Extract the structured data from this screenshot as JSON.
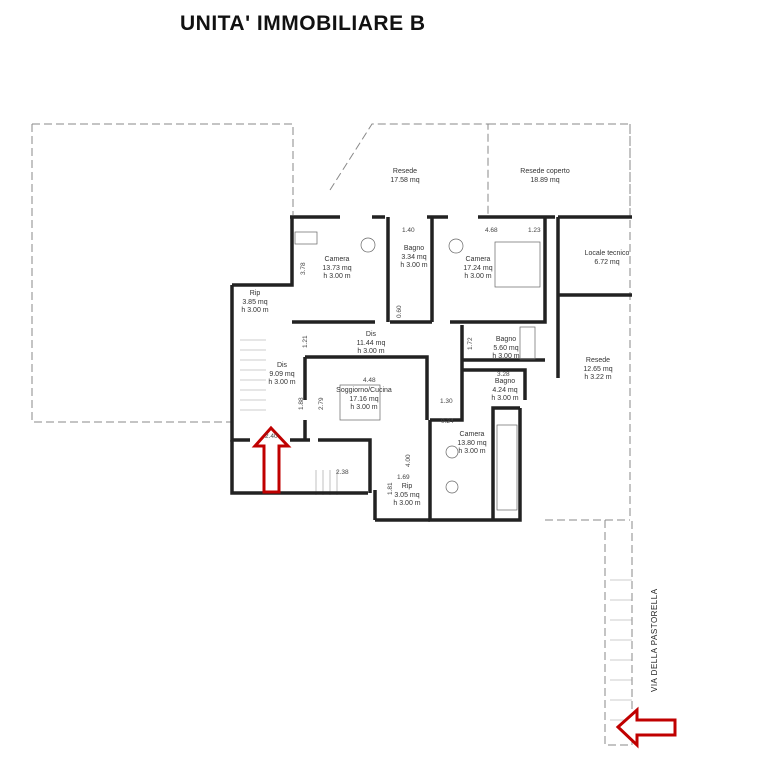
{
  "title": "UNITA' IMMOBILIARE B",
  "street": "VIA DELLA PASTORELLA",
  "arrow_color": "#c00000",
  "rooms": [
    {
      "name": "Resede",
      "area": "17.58 mq",
      "height": ""
    },
    {
      "name": "Resede coperto",
      "area": "18.89 mq",
      "height": ""
    },
    {
      "name": "Camera",
      "area": "13.73 mq",
      "height": "h 3.00 m"
    },
    {
      "name": "Bagno",
      "area": "3.34 mq",
      "height": "h 3.00 m"
    },
    {
      "name": "Camera",
      "area": "17.24 mq",
      "height": "h 3.00 m"
    },
    {
      "name": "Locale tecnico",
      "area": "6.72 mq",
      "height": ""
    },
    {
      "name": "Rip",
      "area": "3.85 mq",
      "height": "h 3.00 m"
    },
    {
      "name": "Dis",
      "area": "11.44 mq",
      "height": "h 3.00 m"
    },
    {
      "name": "Bagno",
      "area": "5.60 mq",
      "height": "h 3.00 m"
    },
    {
      "name": "Dis",
      "area": "9.09 mq",
      "height": "h 3.00 m"
    },
    {
      "name": "Soggiorno/Cucina",
      "area": "17.16 mq",
      "height": "h 3.00 m"
    },
    {
      "name": "Bagno",
      "area": "4.24 mq",
      "height": "h 3.00 m"
    },
    {
      "name": "Resede",
      "area": "12.65 mq",
      "height": "h 3.22 m"
    },
    {
      "name": "Camera",
      "area": "13.80 mq",
      "height": "h 3.00 m"
    },
    {
      "name": "Rip",
      "area": "3.05 mq",
      "height": "h 3.00 m"
    }
  ],
  "dimensions": [
    "1.40",
    "4.68",
    "1.23",
    "3.78",
    "0.60",
    "4.48",
    "2.40",
    "2.38",
    "1.69",
    "1.30",
    "0.24",
    "1.72",
    "3.28",
    "4.00",
    "1.81",
    "1.21",
    "1.88",
    "2.79"
  ]
}
